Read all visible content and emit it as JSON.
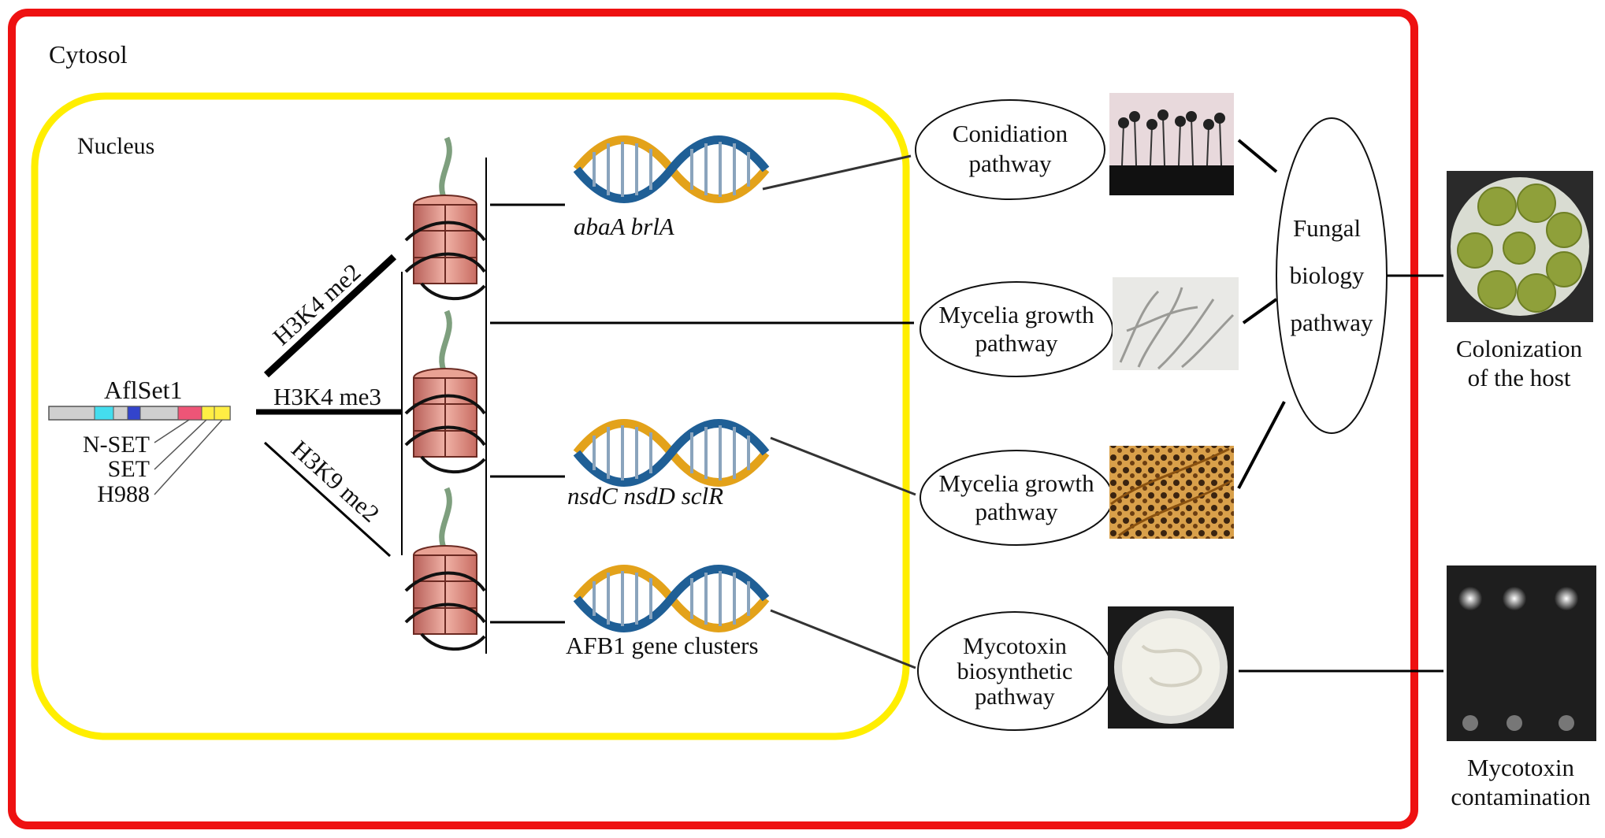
{
  "compartments": {
    "cytosol": {
      "label": "Cytosol",
      "border_color": "#ee1111"
    },
    "nucleus": {
      "label": "Nucleus",
      "border_color": "#ffee00"
    }
  },
  "protein": {
    "name": "AflSet1",
    "domains": [
      {
        "label": "N-SET",
        "color": "#ee5577"
      },
      {
        "label": "SET",
        "color": "#ffee44"
      },
      {
        "label": "H988",
        "color": "#ffee44"
      }
    ],
    "extra_domain_colors": [
      "#44ddee",
      "#3344cc"
    ]
  },
  "marks": [
    {
      "label": "H3K4 me2"
    },
    {
      "label": "H3K4 me3"
    },
    {
      "label": "H3K9 me2"
    }
  ],
  "genes": [
    {
      "label": "abaA brlA",
      "italic": true
    },
    {
      "label": "nsdC nsdD sclR",
      "italic": true
    },
    {
      "label": "AFB1 gene clusters",
      "italic": false
    }
  ],
  "pathways": [
    {
      "line1": "Conidiation",
      "line2": "pathway",
      "line3": ""
    },
    {
      "line1": "Mycelia growth",
      "line2": "pathway",
      "line3": ""
    },
    {
      "line1": "Mycelia growth",
      "line2": "pathway",
      "line3": ""
    },
    {
      "line1": "Mycotoxin",
      "line2": "biosynthetic",
      "line3": "pathway"
    }
  ],
  "fungal_pathway": {
    "line1": "Fungal",
    "line2": "biology",
    "line3": "pathway"
  },
  "outcomes": [
    {
      "line1": "Colonization",
      "line2": "of the host"
    },
    {
      "line1": "Mycotoxin",
      "line2": "contamination"
    }
  ]
}
